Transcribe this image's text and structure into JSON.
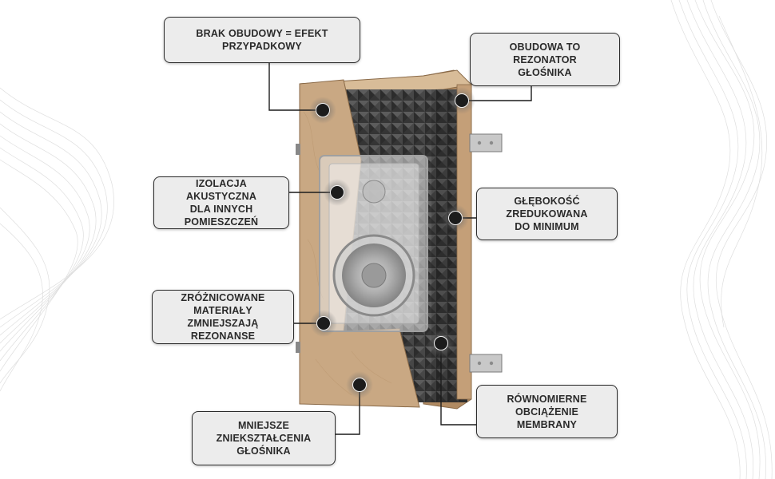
{
  "labels": {
    "no_enclosure": "BRAK OBUDOWY = EFEKT PRZYPADKOWY",
    "enclosure_resonator": "OBUDOWA TO REZONATOR\nGŁOŚNIKA",
    "acoustic_isolation": "IZOLACJA AKUSTYCZNA\nDLA INNYCH POMIESZCZEŃ",
    "depth_reduced": "GŁĘBOKOŚĆ ZREDUKOWANA\nDO MINIMUM",
    "varied_materials": "ZRÓŻNICOWANE MATERIAŁY\nZMNIEJSZAJĄ REZONANSE",
    "even_membrane_load": "RÓWNOMIERNE OBCIĄŻENIE\nMEMBRANY",
    "less_distortion": "MNIEJSZE ZNIEKSZTAŁCENIA\nGŁOŚNIKA"
  },
  "colors": {
    "wood": "#c9a883",
    "foam": "#4a4a4a",
    "box_fill": "#ececec",
    "box_border": "#2b2b2b",
    "marker": "#1c1c1c"
  }
}
